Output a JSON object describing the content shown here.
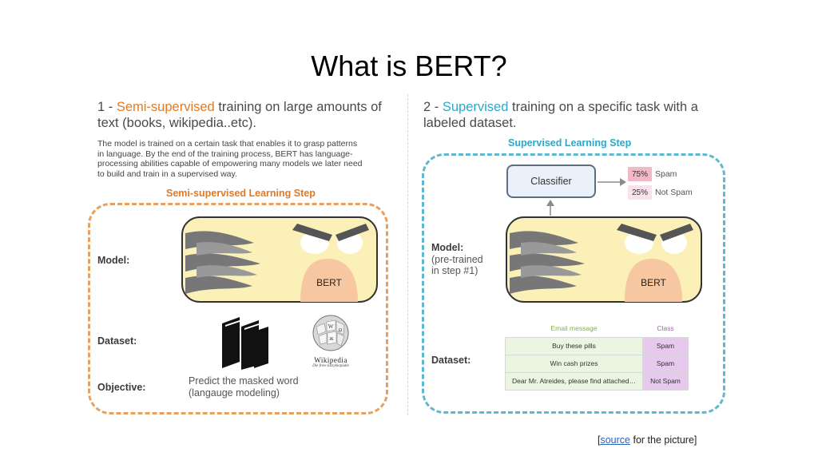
{
  "title": "What is BERT?",
  "left": {
    "heading_prefix": "1 - ",
    "heading_accent": "Semi-supervised",
    "heading_rest": " training on large amounts of text (books, wikipedia..etc).",
    "description": "The model is trained on a certain task that enables it to grasp patterns in language. By the end of the training process, BERT has language-processing abilities capable of empowering many models we later need to build and train in a supervised way.",
    "step_label": "Semi-supervised Learning Step",
    "model_label": "Model:",
    "dataset_label": "Dataset:",
    "objective_label": "Objective:",
    "objective_line1": "Predict the masked word",
    "objective_line2": "(langauge modeling)",
    "wiki_name": "Wikipedia",
    "wiki_sub": "Die freie Enzyklopädie",
    "accent_color": "#e07a26"
  },
  "right": {
    "heading_prefix": "2 - ",
    "heading_accent": "Supervised",
    "heading_rest": " training on a specific task with a labeled dataset.",
    "step_label": "Supervised Learning Step",
    "model_label": "Model:",
    "model_note_line1": "(pre-trained",
    "model_note_line2": "in step #1)",
    "dataset_label": "Dataset:",
    "classifier_label": "Classifier",
    "outputs": [
      {
        "prob": "75%",
        "label": "Spam",
        "color": "#f2b8c6"
      },
      {
        "prob": "25%",
        "label": "Not Spam",
        "color": "#f9e3ea"
      }
    ],
    "table": {
      "col_message": "Email message",
      "col_class": "Class",
      "rows": [
        {
          "message": "Buy these pills",
          "class": "Spam"
        },
        {
          "message": "Win cash prizes",
          "class": "Spam"
        },
        {
          "message": "Dear Mr. Atreides, please find attached…",
          "class": "Not Spam"
        }
      ]
    },
    "accent_color": "#2ea7c9"
  },
  "bert_label": "BERT",
  "footer": {
    "open": "[",
    "link": "source",
    "rest": " for the picture]"
  }
}
